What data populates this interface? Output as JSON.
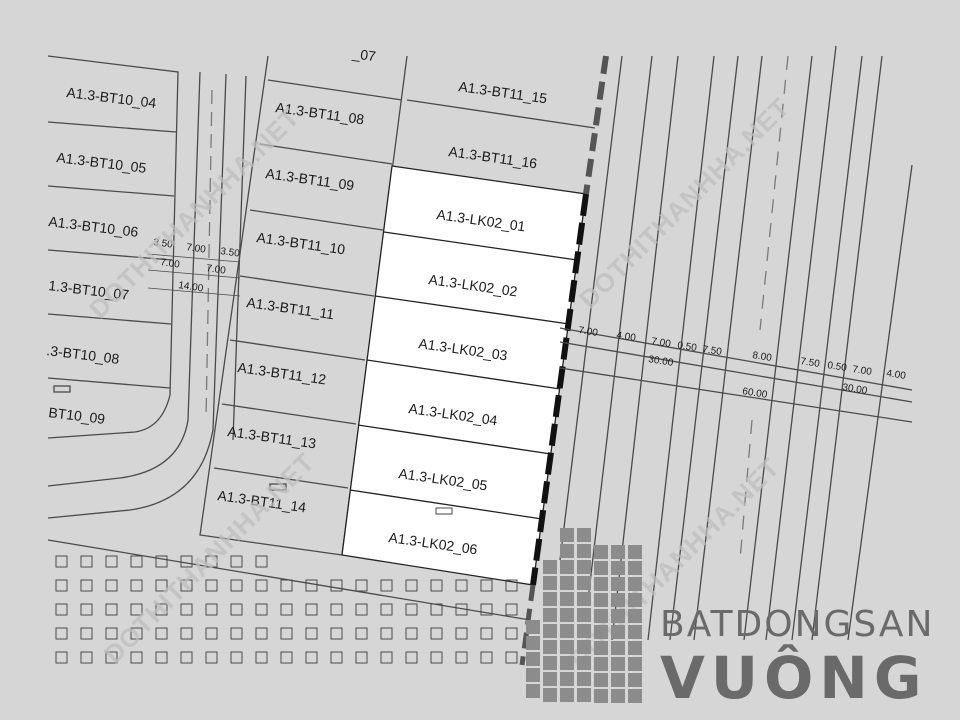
{
  "map": {
    "background_color": "#d6d6d6",
    "line_color": "#4a4a4a",
    "highlight_fill": "#ffffff",
    "left_lots": [
      "A1.3-BT10_04",
      "A1.3-BT10_05",
      "A1.3-BT10_06",
      "1.3-BT10_07",
      ".3-BT10_08",
      "BT10_09"
    ],
    "middle_lots": [
      "A1.3-BT11_08",
      "A1.3-BT11_09",
      "A1.3-BT11_10",
      "A1.3-BT11_11",
      "A1.3-BT11_12",
      "A1.3-BT11_13",
      "A1.3-BT11_14"
    ],
    "middle_top_partial": "_07",
    "right_lots": [
      "A1.3-BT11_15",
      "A1.3-BT11_16"
    ],
    "highlighted_lots": [
      "A1.3-LK02_01",
      "A1.3-LK02_02",
      "A1.3-LK02_03",
      "A1.3-LK02_04",
      "A1.3-LK02_05",
      "A1.3-LK02_06"
    ],
    "road_dims_small": {
      "top": [
        "3.50",
        "7.00",
        "3.50"
      ],
      "mid": [
        "7.00",
        "7.00"
      ],
      "total": "14.00"
    },
    "road_dims_large": {
      "top": [
        "7.00",
        "4.00",
        "7.00",
        "0.50",
        "7.50",
        "8.00",
        "7.50",
        "0.50",
        "7.00",
        "4.00"
      ],
      "sub": [
        "30.00",
        "30.00"
      ],
      "total": "60.00"
    }
  },
  "watermark": {
    "text": "DOTHITHANHHA.NET"
  },
  "brand": {
    "line1": "BATDONGSAN",
    "line2": "VUÔNG",
    "color": "#6a6a6a"
  }
}
